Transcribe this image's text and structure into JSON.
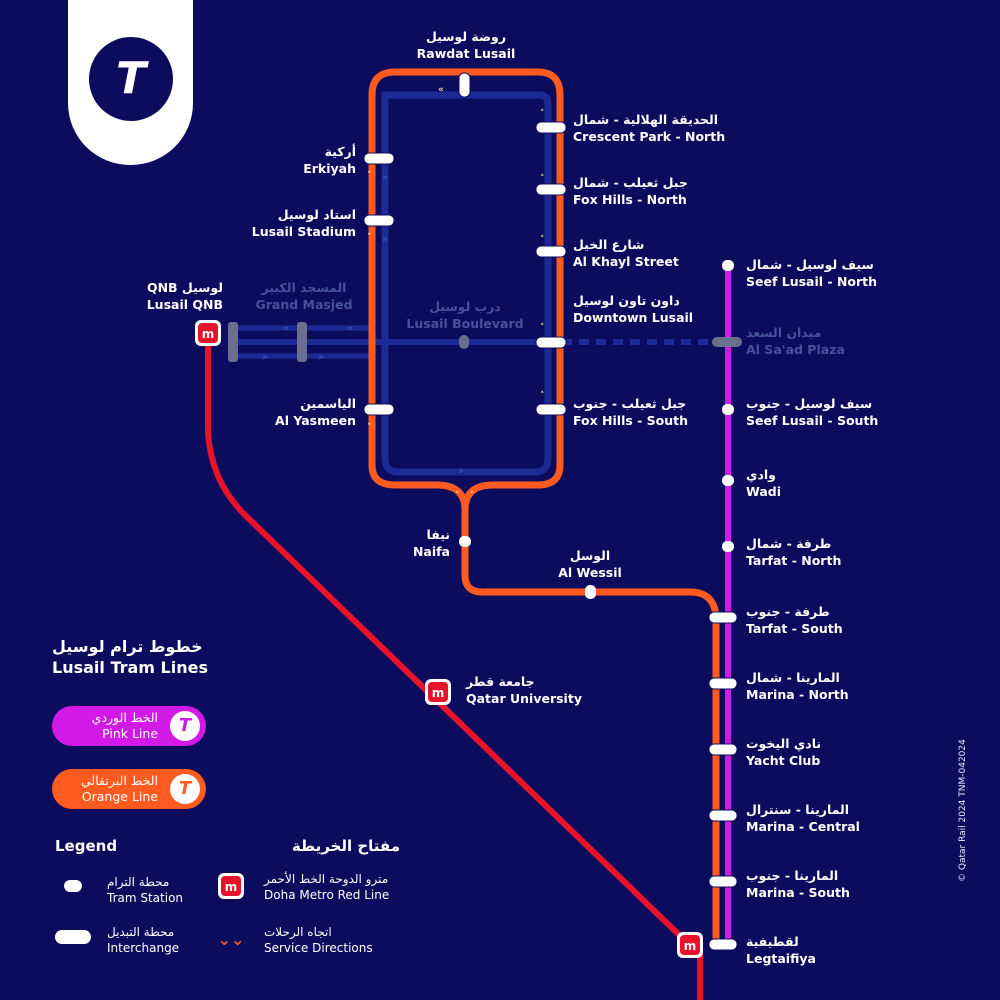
{
  "colors": {
    "background": "#0c0c5e",
    "orange": "#ff5a1f",
    "pink": "#d21ae6",
    "red": "#e8122a",
    "blue": "#1d2a96",
    "dimmed": "#4a4f9c"
  },
  "logo": {
    "icon": "tram-logo-icon"
  },
  "stations": {
    "rawdat_lusail": {
      "ar": "روضة لوسيل",
      "en": "Rawdat Lusail"
    },
    "crescent_park_north": {
      "ar": "الحديقة الهلالية - شمال",
      "en": "Crescent Park - North"
    },
    "erkiyah": {
      "ar": "أركية",
      "en": "Erkiyah"
    },
    "fox_hills_north": {
      "ar": "جبل ثعيلب - شمال",
      "en": "Fox Hills - North"
    },
    "lusail_stadium": {
      "ar": "استاد لوسيل",
      "en": "Lusail Stadium"
    },
    "al_khayl_street": {
      "ar": "شارع الخيل",
      "en": "Al Khayl Street"
    },
    "seef_lusail_north": {
      "ar": "سيف لوسيل - شمال",
      "en": "Seef Lusail - North"
    },
    "lusail_qnb": {
      "ar": "QNB لوسيل",
      "en": "Lusail QNB"
    },
    "grand_masjed": {
      "ar": "المسجد الكبير",
      "en": "Grand Masjed"
    },
    "lusail_boulevard": {
      "ar": "درب لوسيل",
      "en": "Lusail Boulevard"
    },
    "downtown_lusail": {
      "ar": "داون تاون لوسيل",
      "en": "Downtown Lusail"
    },
    "al_saad_plaza": {
      "ar": "ميدان السعد",
      "en": "Al Sa'ad Plaza"
    },
    "al_yasmeen": {
      "ar": "الياسمين",
      "en": "Al Yasmeen"
    },
    "fox_hills_south": {
      "ar": "جبل ثعيلب - جنوب",
      "en": "Fox Hills - South"
    },
    "seef_lusail_south": {
      "ar": "سيف لوسيل - جنوب",
      "en": "Seef Lusail - South"
    },
    "wadi": {
      "ar": "وادي",
      "en": "Wadi"
    },
    "naifa": {
      "ar": "نيفا",
      "en": "Naifa"
    },
    "tarfat_north": {
      "ar": "طرفة - شمال",
      "en": "Tarfat - North"
    },
    "al_wessil": {
      "ar": "الوسل",
      "en": "Al Wessil"
    },
    "tarfat_south": {
      "ar": "طرفة - جنوب",
      "en": "Tarfat - South"
    },
    "qatar_university": {
      "ar": "جامعة قطر",
      "en": "Qatar University"
    },
    "marina_north": {
      "ar": "المارينا - شمال",
      "en": "Marina - North"
    },
    "yacht_club": {
      "ar": "نادي اليخوت",
      "en": "Yacht Club"
    },
    "marina_central": {
      "ar": "المارينا - سنترال",
      "en": "Marina - Central"
    },
    "marina_south": {
      "ar": "المارينا - جنوب",
      "en": "Marina - South"
    },
    "legtaifiya": {
      "ar": "لقطيفية",
      "en": "Legtaifiya"
    }
  },
  "lines_panel": {
    "title_ar": "خطوط ترام لوسيل",
    "title_en": "Lusail Tram Lines",
    "pink": {
      "ar": "الخط الوردي",
      "en": "Pink Line"
    },
    "orange": {
      "ar": "الخط البرتقالي",
      "en": "Orange Line"
    }
  },
  "legend": {
    "title_en": "Legend",
    "title_ar": "مفتاح الخريطة",
    "tram_station": {
      "ar": "محطة الترام",
      "en": "Tram Station"
    },
    "interchange": {
      "ar": "محطة التبديل",
      "en": "Interchange"
    },
    "metro_red": {
      "ar": "مترو الدوحة الخط الأحمر",
      "en": "Doha Metro Red Line"
    },
    "service_directions": {
      "ar": "اتجاه الرحلات",
      "en": "Service Directions"
    }
  },
  "copyright": "© Qatar Rail 2024   TNM-042024"
}
